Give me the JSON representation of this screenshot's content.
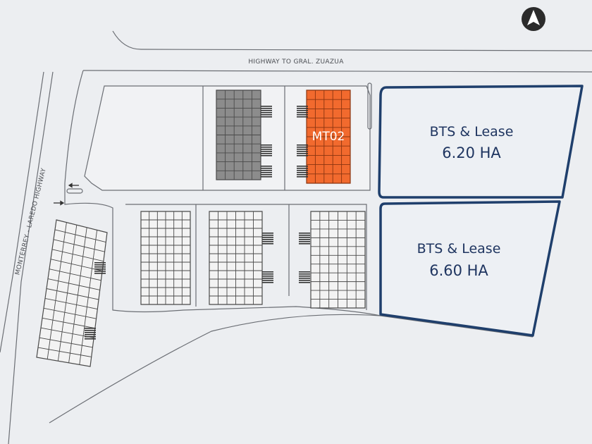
{
  "map": {
    "roads": {
      "top_highway": "HIGHWAY TO GRAL. ZUAZUA",
      "left_highway": "MONTERREY - LAREDO HIGHWAY"
    },
    "highlighted_building": {
      "label": "MT02",
      "color": "#f26a2e"
    },
    "lots": [
      {
        "title": "BTS & Lease",
        "area": "6.20 HA"
      },
      {
        "title": "BTS & Lease",
        "area": "6.60 HA"
      }
    ],
    "colors": {
      "lot_outline": "#1f3f6c",
      "occupied_building": "#8c8c8c",
      "background": "#eceef1"
    },
    "compass": "north-arrow-icon"
  }
}
